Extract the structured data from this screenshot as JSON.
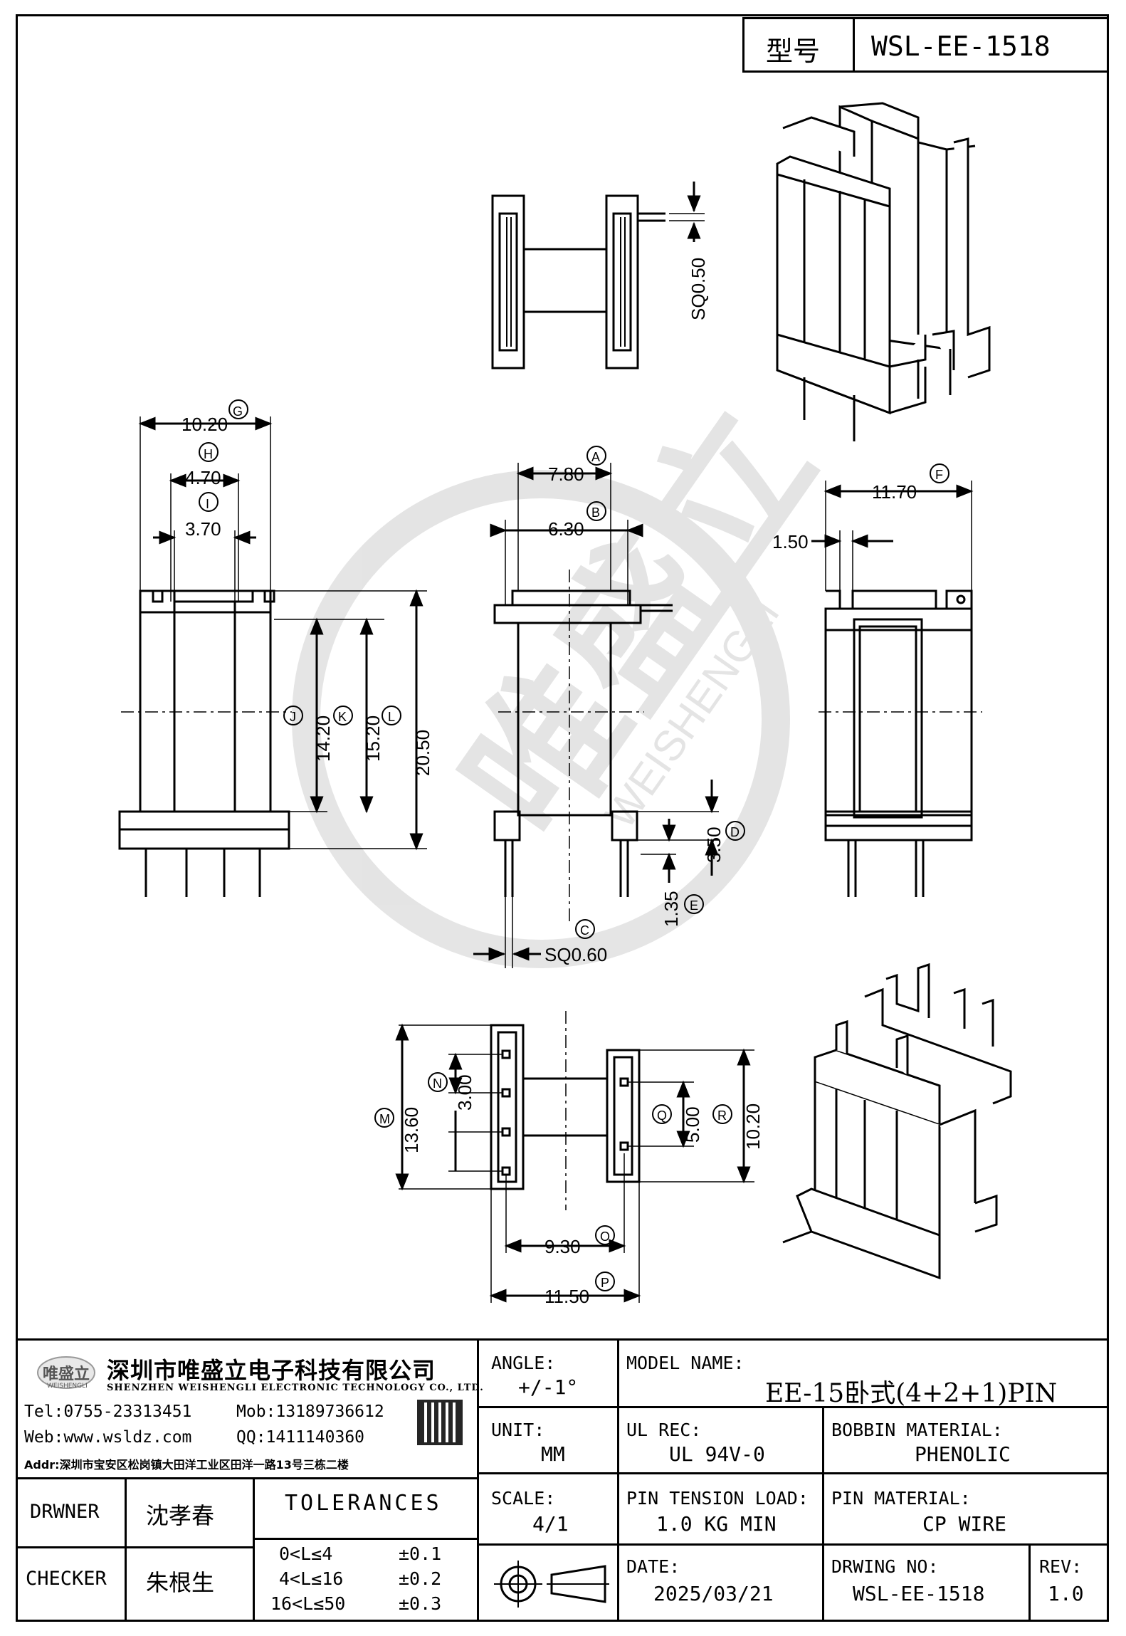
{
  "model_box": {
    "label": "型号",
    "value": "WSL-EE-1518"
  },
  "dimensions": {
    "g": {
      "value": "10.20",
      "mark": "G"
    },
    "h": {
      "value": "4.70",
      "mark": "H"
    },
    "i": {
      "value": "3.70",
      "mark": "I"
    },
    "j": {
      "value": "14.20",
      "mark": "J"
    },
    "k": {
      "value": "15.20",
      "mark": "K"
    },
    "l": {
      "value": "20.50",
      "mark": "L"
    },
    "a": {
      "value": "7.80",
      "mark": "A"
    },
    "b": {
      "value": "6.30",
      "mark": "B"
    },
    "c": {
      "value": "SQ0.60",
      "mark": "C"
    },
    "d": {
      "value": "3.50",
      "mark": "D"
    },
    "e": {
      "value": "1.35",
      "mark": "E"
    },
    "f": {
      "value": "11.70",
      "mark": "F"
    },
    "pin_w": {
      "value": "1.50"
    },
    "sq050": {
      "value": "SQ0.50"
    },
    "m": {
      "value": "13.60",
      "mark": "M"
    },
    "n": {
      "value": "3.00",
      "mark": "N"
    },
    "q": {
      "value": "5.00",
      "mark": "Q"
    },
    "r": {
      "value": "10.20",
      "mark": "R"
    },
    "o": {
      "value": "9.30",
      "mark": "O"
    },
    "p": {
      "value": "11.50",
      "mark": "P"
    }
  },
  "watermark": {
    "brand": "唯盛立",
    "latin": "WEISHENGLI"
  },
  "company": {
    "logo_text": "唯盛立",
    "logo_sub": "WEISHENGLI",
    "name_cn": "深圳市唯盛立电子科技有限公司",
    "name_en": "SHENZHEN WEISHENGLI ELECTRONIC TECHNOLOGY CO., LTD.",
    "tel": "Tel:0755-23313451",
    "mob": "Mob:13189736612",
    "web": "Web:www.wsldz.com",
    "qq": "QQ:1411140360",
    "addr": "Addr:深圳市宝安区松岗镇大田洋工业区田洋一路13号三栋二楼"
  },
  "title_block": {
    "angle_label": "ANGLE:",
    "angle_value": "+/-1°",
    "model_label": "MODEL NAME:",
    "model_value": "EE-15卧式(4+2+1)PIN",
    "unit_label": "UNIT:",
    "unit_value": "MM",
    "ul_label": "UL REC:",
    "ul_value": "UL 94V-0",
    "bobbin_label": "BOBBIN MATERIAL:",
    "bobbin_value": "PHENOLIC",
    "scale_label": "SCALE:",
    "scale_value": "4/1",
    "tension_label": "PIN TENSION LOAD:",
    "tension_value": "1.0 KG MIN",
    "pin_mat_label": "PIN MATERIAL:",
    "pin_mat_value": "CP WIRE",
    "date_label": "DATE:",
    "date_value": "2025/03/21",
    "drw_label": "DRWING NO:",
    "drw_value": "WSL-EE-1518",
    "rev_label": "REV:",
    "rev_value": "1.0",
    "drawner_label": "DRWNER",
    "drawner_value": "沈孝春",
    "checker_label": "CHECKER",
    "checker_value": "朱根生",
    "tolerances_title": "TOLERANCES",
    "tol_rows": [
      {
        "range": "0<L≤4",
        "tol": "±0.1"
      },
      {
        "range": "4<L≤16",
        "tol": "±0.2"
      },
      {
        "range": "16<L≤50",
        "tol": "±0.3"
      }
    ]
  }
}
